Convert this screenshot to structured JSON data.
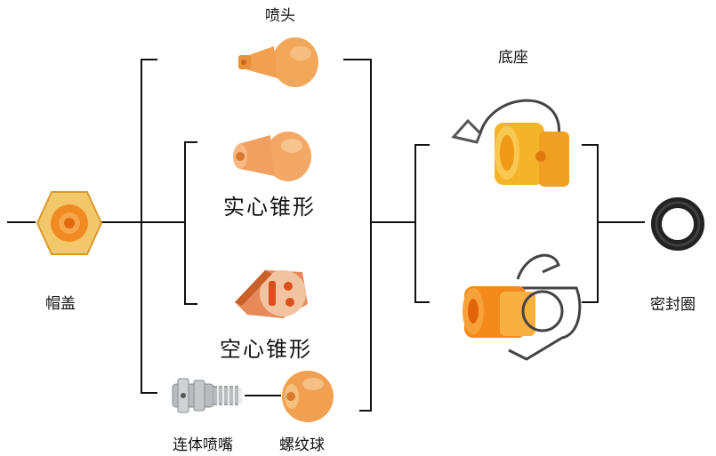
{
  "labels": {
    "cap": "帽盖",
    "nozzle_head": "喷头",
    "solid_cone": "实心锥形",
    "hollow_cone": "空心锥形",
    "connected_nozzle": "连体喷嘴",
    "threaded_ball": "螺纹球",
    "base": "底座",
    "seal_ring": "密封圈"
  },
  "colors": {
    "line": "#111111",
    "orange": "#f29a2e",
    "orange_dark": "#e0761a",
    "peach": "#f0b070",
    "metal": "#b8bcc0"
  }
}
